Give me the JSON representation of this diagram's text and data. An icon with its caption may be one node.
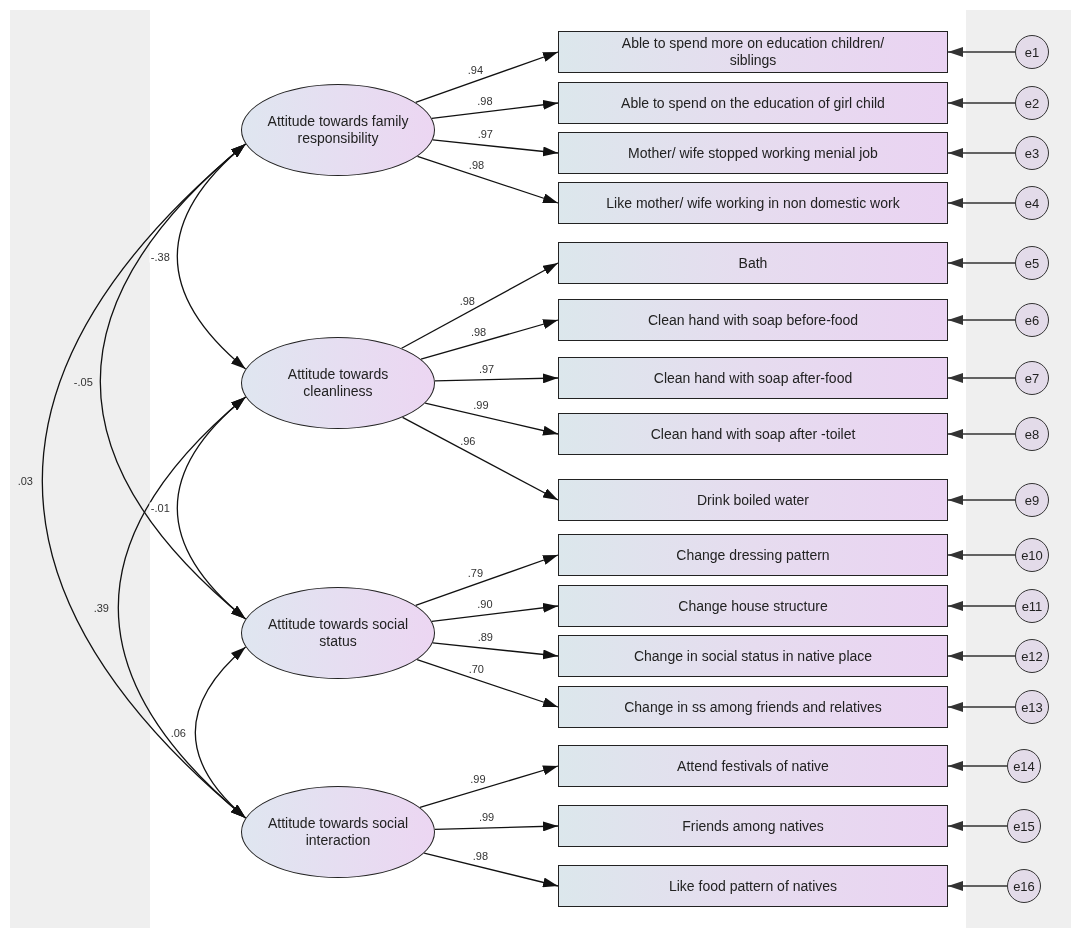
{
  "diagram": {
    "nodes": [
      {
        "text": [
          "Attitude towards family responsibility"
        ]
      },
      {
        "text": [
          "Attitude towards cleanliness"
        ]
      },
      {
        "text": [
          "Attitude towards social status"
        ]
      },
      {
        "text": [
          "Attitude towards social interaction"
        ]
      },
      {
        "text": [
          "Able to spend more on education children/ siblings"
        ]
      },
      {
        "text": [
          "Able to spend on the education of girl child"
        ]
      },
      {
        "text": [
          "Mother/ wife stopped working menial job"
        ]
      },
      {
        "text": [
          "Like mother/ wife working in non domestic work"
        ]
      },
      {
        "text": [
          "Bath"
        ]
      },
      {
        "text": [
          "Clean hand with soap before-food"
        ]
      },
      {
        "text": [
          "Clean hand with soap after-food"
        ]
      },
      {
        "text": [
          "Clean hand with soap after -toilet"
        ]
      },
      {
        "text": [
          "Drink boiled water"
        ]
      },
      {
        "text": [
          "Change dressing pattern"
        ]
      },
      {
        "text": [
          "Change house structure"
        ]
      },
      {
        "text": [
          "Change in social status in native place"
        ]
      },
      {
        "text": [
          "Change in ss among friends and relatives"
        ]
      },
      {
        "text": [
          "Attend festivals of native"
        ]
      },
      {
        "text": [
          "Friends among natives"
        ]
      },
      {
        "text": [
          "Like food pattern of natives"
        ]
      },
      {
        "text": [
          "e1"
        ]
      },
      {
        "text": [
          "e2"
        ]
      },
      {
        "text": [
          "e3"
        ]
      },
      {
        "text": [
          "e4"
        ]
      },
      {
        "text": [
          "e5"
        ]
      },
      {
        "text": [
          "e6"
        ]
      },
      {
        "text": [
          "e7"
        ]
      },
      {
        "text": [
          "e8"
        ]
      },
      {
        "text": [
          "e9"
        ]
      },
      {
        "text": [
          "e10"
        ]
      },
      {
        "text": [
          "e11"
        ]
      },
      {
        "text": [
          "e12"
        ]
      },
      {
        "text": [
          "e13"
        ]
      },
      {
        "text": [
          "e14"
        ]
      },
      {
        "text": [
          "e15"
        ]
      },
      {
        "text": [
          "e16"
        ]
      }
    ],
    "edges": [
      {
        "from": 0,
        "to": 4,
        "arrow": "to",
        "label": ".94"
      },
      {
        "from": 0,
        "to": 5,
        "arrow": "to",
        "label": ".98"
      },
      {
        "from": 0,
        "to": 6,
        "arrow": "to",
        "label": ".97"
      },
      {
        "from": 0,
        "to": 7,
        "arrow": "to",
        "label": ".98"
      },
      {
        "from": 1,
        "to": 8,
        "arrow": "to",
        "label": ".98"
      },
      {
        "from": 1,
        "to": 9,
        "arrow": "to",
        "label": ".98"
      },
      {
        "from": 1,
        "to": 10,
        "arrow": "to",
        "label": ".97"
      },
      {
        "from": 1,
        "to": 11,
        "arrow": "to",
        "label": ".99"
      },
      {
        "from": 1,
        "to": 12,
        "arrow": "to",
        "label": ".96"
      },
      {
        "from": 2,
        "to": 13,
        "arrow": "to",
        "label": ".79"
      },
      {
        "from": 2,
        "to": 14,
        "arrow": "to",
        "label": ".90"
      },
      {
        "from": 2,
        "to": 15,
        "arrow": "to",
        "label": ".89"
      },
      {
        "from": 2,
        "to": 16,
        "arrow": "to",
        "label": ".70"
      },
      {
        "from": 3,
        "to": 17,
        "arrow": "to",
        "label": ".99"
      },
      {
        "from": 3,
        "to": 18,
        "arrow": "to",
        "label": ".99"
      },
      {
        "from": 3,
        "to": 19,
        "arrow": "to",
        "label": ".98"
      },
      {
        "from": 20,
        "to": 4,
        "arrow": "to"
      },
      {
        "from": 21,
        "to": 5,
        "arrow": "to"
      },
      {
        "from": 22,
        "to": 6,
        "arrow": "to"
      },
      {
        "from": 23,
        "to": 7,
        "arrow": "to"
      },
      {
        "from": 24,
        "to": 8,
        "arrow": "to"
      },
      {
        "from": 25,
        "to": 9,
        "arrow": "to"
      },
      {
        "from": 26,
        "to": 10,
        "arrow": "to"
      },
      {
        "from": 27,
        "to": 11,
        "arrow": "to"
      },
      {
        "from": 28,
        "to": 12,
        "arrow": "to"
      },
      {
        "from": 29,
        "to": 13,
        "arrow": "to"
      },
      {
        "from": 30,
        "to": 14,
        "arrow": "to"
      },
      {
        "from": 31,
        "to": 15,
        "arrow": "to"
      },
      {
        "from": 32,
        "to": 16,
        "arrow": "to"
      },
      {
        "from": 33,
        "to": 17,
        "arrow": "to"
      },
      {
        "from": 34,
        "to": 18,
        "arrow": "to"
      },
      {
        "from": 35,
        "to": 19,
        "arrow": "to"
      },
      {
        "from": 0,
        "to": 1,
        "arrow": "both",
        "label": "-.38"
      },
      {
        "from": 0,
        "to": 2,
        "arrow": "both",
        "label": "-.05"
      },
      {
        "from": 0,
        "to": 3,
        "arrow": "both",
        "label": ".03"
      },
      {
        "from": 1,
        "to": 2,
        "arrow": "both",
        "label": "-.01"
      },
      {
        "from": 1,
        "to": 3,
        "arrow": "both",
        "label": ".39"
      },
      {
        "from": 2,
        "to": 3,
        "arrow": "both",
        "label": ".06"
      }
    ]
  }
}
